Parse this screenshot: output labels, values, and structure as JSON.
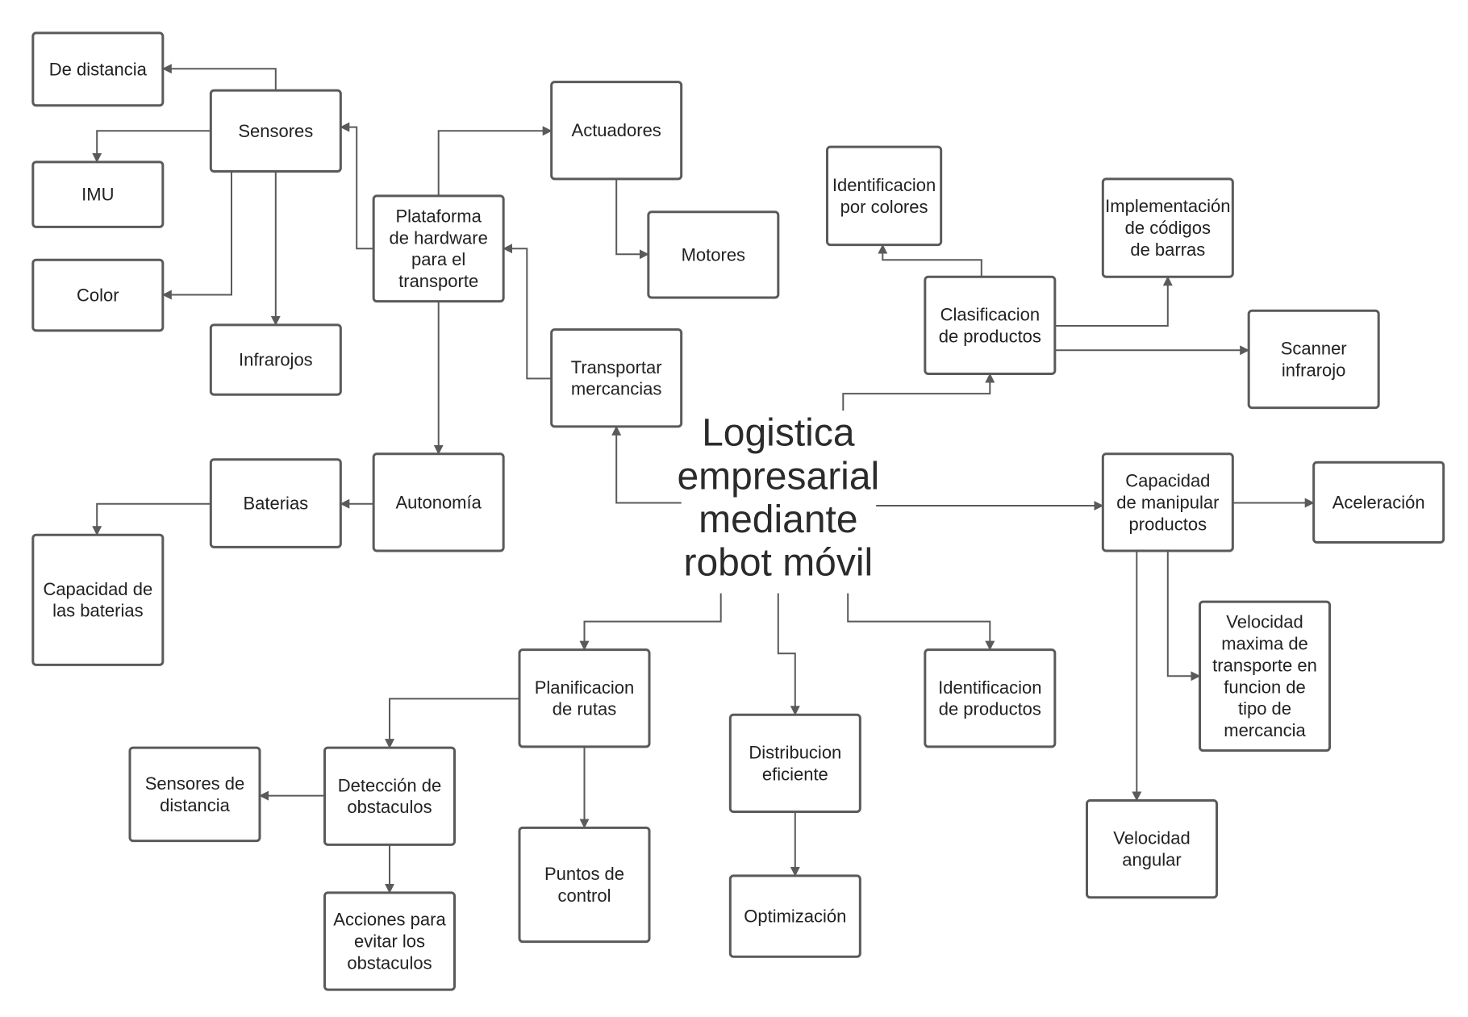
{
  "diagram": {
    "title_lines": [
      "Logistica",
      "empresarial",
      "mediante",
      "robot móvil"
    ],
    "nodes": {
      "de_distancia": [
        "De distancia"
      ],
      "sensores": [
        "Sensores"
      ],
      "imu": [
        "IMU"
      ],
      "color": [
        "Color"
      ],
      "infrarojos": [
        "Infrarojos"
      ],
      "actuadores": [
        "Actuadores"
      ],
      "motores": [
        "Motores"
      ],
      "plataforma": [
        "Plataforma",
        "de hardware",
        "para el",
        "transporte"
      ],
      "transportar": [
        "Transportar",
        "mercancias"
      ],
      "autonomia": [
        "Autonomía"
      ],
      "baterias": [
        "Baterias"
      ],
      "capacidad_baterias": [
        "Capacidad de",
        "las baterias"
      ],
      "identificacion_colores": [
        "Identificacion",
        "por colores"
      ],
      "clasificacion": [
        "Clasificacion",
        "de productos"
      ],
      "codigos_barras": [
        "Implementación",
        "de códigos",
        "de barras"
      ],
      "scanner": [
        "Scanner",
        "infrarojo"
      ],
      "capacidad_manipular": [
        "Capacidad",
        "de  manipular",
        "productos"
      ],
      "aceleracion": [
        "Aceleración"
      ],
      "velocidad_maxima": [
        "Velocidad",
        "maxima de",
        "transporte en",
        "funcion de",
        "tipo de",
        "mercancia"
      ],
      "velocidad_angular": [
        "Velocidad",
        "angular"
      ],
      "planificacion": [
        "Planificacion",
        "de rutas"
      ],
      "deteccion": [
        "Detección de",
        "obstaculos"
      ],
      "sensores_distancia": [
        "Sensores de",
        "distancia"
      ],
      "acciones": [
        "Acciones para",
        "evitar los",
        "obstaculos"
      ],
      "puntos_control": [
        "Puntos de",
        "control"
      ],
      "distribucion": [
        "Distribucion",
        "eficiente"
      ],
      "optimizacion": [
        "Optimización"
      ],
      "identificacion_productos": [
        "Identificacion",
        "de productos"
      ]
    }
  }
}
